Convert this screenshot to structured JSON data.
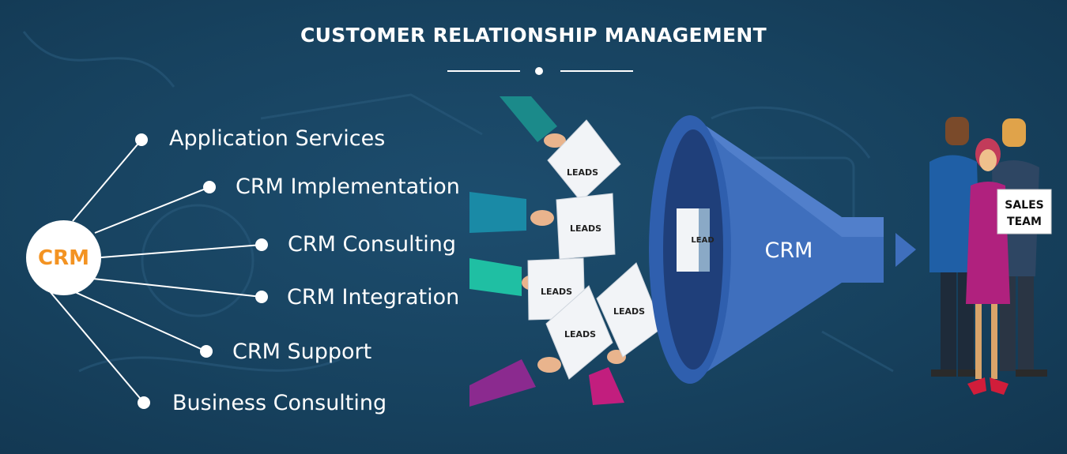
{
  "header": {
    "title": "CUSTOMER RELATIONSHIP MANAGEMENT"
  },
  "hub": {
    "label": "CRM",
    "color": "#f39322"
  },
  "services": [
    {
      "label": "Application Services"
    },
    {
      "label": "CRM Implementation"
    },
    {
      "label": "CRM Consulting"
    },
    {
      "label": "CRM Integration"
    },
    {
      "label": "CRM Support"
    },
    {
      "label": "Business Consulting"
    }
  ],
  "illustration": {
    "lead_card_label": "LEADS",
    "funnel_card_label": "LEAD",
    "funnel_label": "CRM",
    "sales_sign": [
      "SALES",
      "TEAM"
    ]
  },
  "colors": {
    "background": "#17425f",
    "funnel": "#3f6fbd",
    "accent": "#f39322"
  }
}
